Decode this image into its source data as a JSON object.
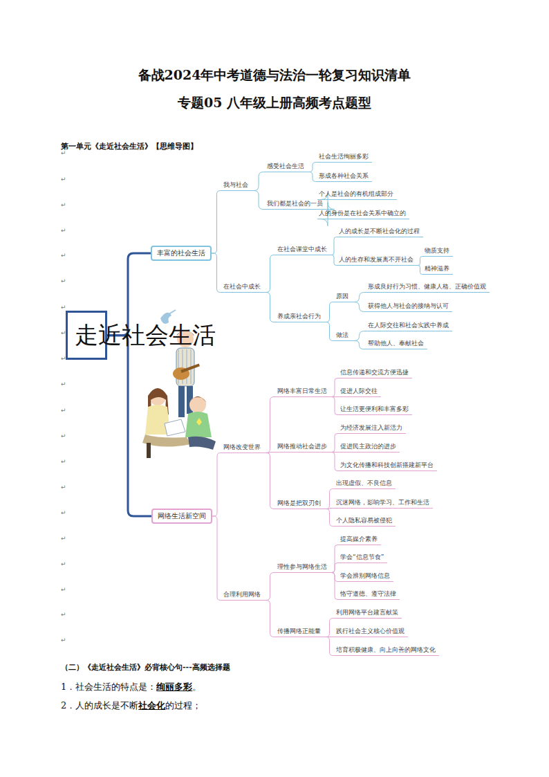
{
  "diagram": {
    "title": "备战2024年中考道德与法治一轮复习知识清单",
    "nodes": [
      {
        "text": [
          "走近社会生活"
        ]
      },
      {
        "text": [
          "丰富的社会生活"
        ]
      },
      {
        "text": [
          "我与社会"
        ]
      },
      {
        "text": [
          "感受社会生活"
        ]
      },
      {
        "text": [
          "社会生活绚丽多彩"
        ]
      },
      {
        "text": [
          "形成各种社会关系"
        ]
      },
      {
        "text": [
          "我们都是社会的一员"
        ]
      },
      {
        "text": [
          "个人是社会的有机组成部分"
        ]
      },
      {
        "text": [
          "人的身份是在社会关系中确立的"
        ]
      },
      {
        "text": [
          "在社会中成长"
        ]
      },
      {
        "text": [
          "在社会课堂中成长"
        ]
      },
      {
        "text": [
          "人的成长是不断社会化的过程"
        ]
      },
      {
        "text": [
          "人的生存和发展离不开社会"
        ]
      },
      {
        "text": [
          "物质支持"
        ]
      },
      {
        "text": [
          "精神滋养"
        ]
      },
      {
        "text": [
          "养成亲社会行为"
        ]
      },
      {
        "text": [
          "原因"
        ]
      },
      {
        "text": [
          "形成良好行为习惯、健康人格、正确价值观"
        ]
      },
      {
        "text": [
          "获得他人与社会的接纳与认可"
        ]
      },
      {
        "text": [
          "做法"
        ]
      },
      {
        "text": [
          "在人际交往和社会实践中养成"
        ]
      },
      {
        "text": [
          "帮助他人、奉献社会"
        ]
      },
      {
        "text": [
          "网络生活新空间"
        ]
      },
      {
        "text": [
          "网络改变世界"
        ]
      },
      {
        "text": [
          "网络丰富日常生活"
        ]
      },
      {
        "text": [
          "信息传递和交流方便迅捷"
        ]
      },
      {
        "text": [
          "促进人际交往"
        ]
      },
      {
        "text": [
          "让生活更便利和丰富多彩"
        ]
      },
      {
        "text": [
          "网络推动社会进步"
        ]
      },
      {
        "text": [
          "为经济发展注入新活力"
        ]
      },
      {
        "text": [
          "促进民主政治的进步"
        ]
      },
      {
        "text": [
          "为文化传播和科技创新搭建新平台"
        ]
      },
      {
        "text": [
          "网络是把双刃剑"
        ]
      },
      {
        "text": [
          "出现虚假、不良信息"
        ]
      },
      {
        "text": [
          "沉迷网络，影响学习、工作和生活"
        ]
      },
      {
        "text": [
          "个人隐私容易被侵犯"
        ]
      },
      {
        "text": [
          "合理利用网络"
        ]
      },
      {
        "text": [
          "理性参与网络生活"
        ]
      },
      {
        "text": [
          "提高媒介素养"
        ]
      },
      {
        "text": [
          "学会“信息节食”"
        ]
      },
      {
        "text": [
          "学会辨别网络信息"
        ]
      },
      {
        "text": [
          "恪守道德、遵守法律"
        ]
      },
      {
        "text": [
          "传播网络正能量"
        ]
      },
      {
        "text": [
          "利用网络平台建言献策"
        ]
      },
      {
        "text": [
          "践行社会主义核心价值观"
        ]
      },
      {
        "text": [
          "培育积极健康、向上向善的网络文化"
        ]
      }
    ],
    "edges": [
      {
        "from": 0,
        "to": 1,
        "arrow": "none"
      },
      {
        "from": 1,
        "to": 2,
        "arrow": "none"
      },
      {
        "from": 2,
        "to": 3,
        "arrow": "none"
      },
      {
        "from": 3,
        "to": 4,
        "arrow": "none"
      },
      {
        "from": 3,
        "to": 5,
        "arrow": "none"
      },
      {
        "from": 2,
        "to": 6,
        "arrow": "none"
      },
      {
        "from": 6,
        "to": 7,
        "arrow": "none"
      },
      {
        "from": 6,
        "to": 8,
        "arrow": "none"
      },
      {
        "from": 1,
        "to": 9,
        "arrow": "none"
      },
      {
        "from": 9,
        "to": 10,
        "arrow": "none"
      },
      {
        "from": 10,
        "to": 11,
        "arrow": "none"
      },
      {
        "from": 10,
        "to": 12,
        "arrow": "none"
      },
      {
        "from": 12,
        "to": 13,
        "arrow": "none"
      },
      {
        "from": 12,
        "to": 14,
        "arrow": "none"
      },
      {
        "from": 9,
        "to": 15,
        "arrow": "none"
      },
      {
        "from": 15,
        "to": 16,
        "arrow": "none"
      },
      {
        "from": 16,
        "to": 17,
        "arrow": "none"
      },
      {
        "from": 16,
        "to": 18,
        "arrow": "none"
      },
      {
        "from": 15,
        "to": 19,
        "arrow": "none"
      },
      {
        "from": 19,
        "to": 20,
        "arrow": "none"
      },
      {
        "from": 19,
        "to": 21,
        "arrow": "none"
      },
      {
        "from": 0,
        "to": 22,
        "arrow": "none"
      },
      {
        "from": 22,
        "to": 23,
        "arrow": "none"
      },
      {
        "from": 23,
        "to": 24,
        "arrow": "none"
      },
      {
        "from": 24,
        "to": 25,
        "arrow": "none"
      },
      {
        "from": 24,
        "to": 26,
        "arrow": "none"
      },
      {
        "from": 24,
        "to": 27,
        "arrow": "none"
      },
      {
        "from": 23,
        "to": 28,
        "arrow": "none"
      },
      {
        "from": 28,
        "to": 29,
        "arrow": "none"
      },
      {
        "from": 28,
        "to": 30,
        "arrow": "none"
      },
      {
        "from": 28,
        "to": 31,
        "arrow": "none"
      },
      {
        "from": 23,
        "to": 32,
        "arrow": "none"
      },
      {
        "from": 32,
        "to": 33,
        "arrow": "none"
      },
      {
        "from": 32,
        "to": 34,
        "arrow": "none"
      },
      {
        "from": 32,
        "to": 35,
        "arrow": "none"
      },
      {
        "from": 22,
        "to": 36,
        "arrow": "none"
      },
      {
        "from": 36,
        "to": 37,
        "arrow": "none"
      },
      {
        "from": 37,
        "to": 38,
        "arrow": "none"
      },
      {
        "from": 37,
        "to": 39,
        "arrow": "none"
      },
      {
        "from": 37,
        "to": 40,
        "arrow": "none"
      },
      {
        "from": 37,
        "to": 41,
        "arrow": "none"
      },
      {
        "from": 36,
        "to": 42,
        "arrow": "none"
      },
      {
        "from": 42,
        "to": 43,
        "arrow": "none"
      },
      {
        "from": 42,
        "to": 44,
        "arrow": "none"
      },
      {
        "from": 42,
        "to": 45,
        "arrow": "none"
      }
    ],
    "labels": [
      "专题05 八年级上册高频考点题型",
      "第一单元《走近社会生活》【思维导图】",
      "（二）《走近社会生活》必背核心句---高频选择题",
      "1．社会生活的特点是：",
      "绚丽多彩",
      "。",
      "2．人的成长是不断",
      "社会化",
      "的过程；",
      "↵",
      "↵",
      "↵",
      "↵",
      "↵",
      "↵",
      "↵",
      "↵",
      "↵",
      "↵",
      "↵",
      "↵",
      "↵",
      "↵",
      "↵",
      "↵",
      "↵",
      "↵",
      "↵",
      "↵"
    ]
  }
}
